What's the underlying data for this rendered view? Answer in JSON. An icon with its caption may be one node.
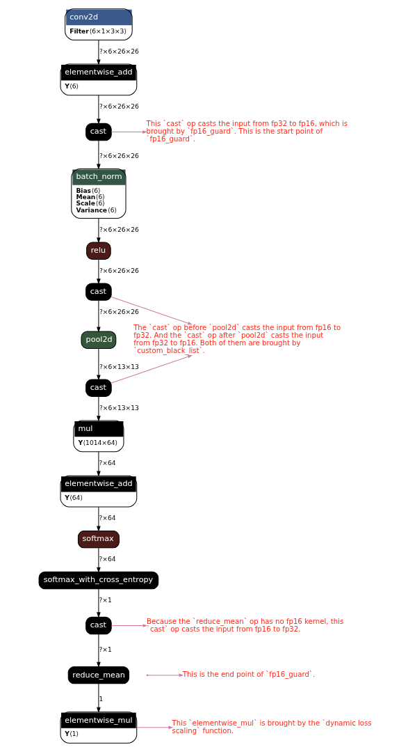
{
  "diagram": {
    "nodes": [
      {
        "text": [
          "conv2d",
          "**Filter**⟨6×1×3×3⟩"
        ]
      },
      {
        "text": [
          "elementwise_add",
          "**Y**⟨6⟩"
        ]
      },
      {
        "text": [
          "cast"
        ]
      },
      {
        "text": [
          "batch_norm",
          "**Bias**⟨6⟩",
          "**Mean**⟨6⟩",
          "**Scale**⟨6⟩",
          "**Variance**⟨6⟩"
        ]
      },
      {
        "text": [
          "relu"
        ]
      },
      {
        "text": [
          "cast"
        ]
      },
      {
        "text": [
          "pool2d"
        ]
      },
      {
        "text": [
          "cast"
        ]
      },
      {
        "text": [
          "mul",
          "**Y**⟨1014×64⟩"
        ]
      },
      {
        "text": [
          "elementwise_add",
          "**Y**⟨64⟩"
        ]
      },
      {
        "text": [
          "softmax"
        ]
      },
      {
        "text": [
          "softmax_with_cross_entropy"
        ]
      },
      {
        "text": [
          "cast"
        ]
      },
      {
        "text": [
          "reduce_mean"
        ]
      },
      {
        "text": [
          "elementwise_mul",
          "**Y**⟨1⟩"
        ]
      },
      {
        "text": [
          "This `cast` op casts the input from fp32 to fp16, which is brought by `fp16_guard`. This is the start point of `fp16_guard`."
        ]
      },
      {
        "text": [
          "The `cast` op before `pool2d` casts the input from fp16 to fp32. And the `cast` op after `pool2d` casts the input from fp32 to fp16. Both of them are brought by `custom_black_list`."
        ]
      },
      {
        "text": [
          "Because the `reduce_mean` op has no fp16 kernel, this `cast` op casts the input from fp16 to fp32."
        ]
      },
      {
        "text": [
          "This is the end point of `fp16_guard`."
        ]
      },
      {
        "text": [
          "This `elementwise_mul` is brought by the `dynamic loss scaling` function."
        ]
      }
    ],
    "edges": [
      {
        "from": 0,
        "to": 1,
        "arrow": "to",
        "label": "?×6×26×26"
      },
      {
        "from": 1,
        "to": 2,
        "arrow": "to",
        "label": "?×6×26×26"
      },
      {
        "from": 2,
        "to": 3,
        "arrow": "to",
        "label": "?×6×26×26"
      },
      {
        "from": 3,
        "to": 4,
        "arrow": "to",
        "label": "?×6×26×26"
      },
      {
        "from": 4,
        "to": 5,
        "arrow": "to",
        "label": "?×6×26×26"
      },
      {
        "from": 5,
        "to": 6,
        "arrow": "to",
        "label": "?×6×26×26"
      },
      {
        "from": 6,
        "to": 7,
        "arrow": "to",
        "label": "?×6×13×13"
      },
      {
        "from": 7,
        "to": 8,
        "arrow": "to",
        "label": "?×6×13×13"
      },
      {
        "from": 8,
        "to": 9,
        "arrow": "to",
        "label": "?×64"
      },
      {
        "from": 9,
        "to": 10,
        "arrow": "to",
        "label": "?×64"
      },
      {
        "from": 10,
        "to": 11,
        "arrow": "to",
        "label": "?×64"
      },
      {
        "from": 11,
        "to": 12,
        "arrow": "to",
        "label": "?×1"
      },
      {
        "from": 12,
        "to": 13,
        "arrow": "to",
        "label": "?×1"
      },
      {
        "from": 13,
        "to": 14,
        "arrow": "to",
        "label": "1"
      },
      {
        "from": 2,
        "to": 15,
        "arrow": "to",
        "color": "#d4789b"
      },
      {
        "from": 5,
        "to": 16,
        "arrow": "to",
        "color": "#d4789b"
      },
      {
        "from": 7,
        "to": 16,
        "arrow": "to",
        "color": "#d4789b"
      },
      {
        "from": 12,
        "to": 17,
        "arrow": "to",
        "color": "#d4789b"
      },
      {
        "from": null,
        "to": 18,
        "arrow": "to",
        "color": "#d4789b"
      },
      {
        "from": 14,
        "to": 19,
        "arrow": "to",
        "color": "#d4789b"
      }
    ]
  }
}
